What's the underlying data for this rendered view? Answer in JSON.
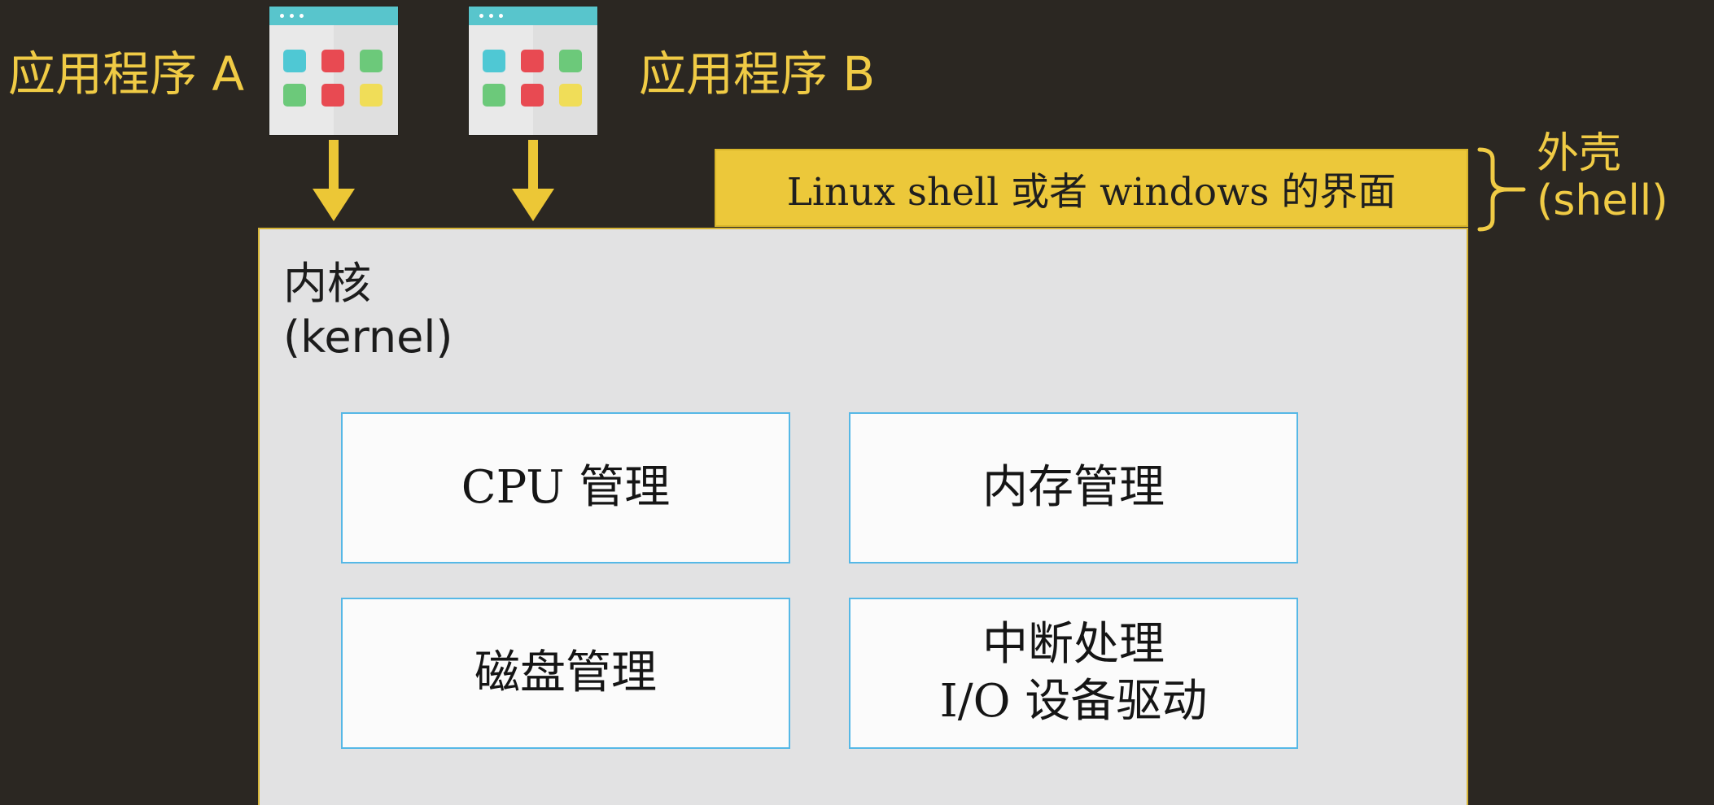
{
  "apps": [
    {
      "label": "应用程序 A"
    },
    {
      "label": "应用程序 B"
    }
  ],
  "shell": {
    "bar_text": "Linux shell 或者 windows 的界面",
    "label_cn": "外壳",
    "label_en": "(shell)"
  },
  "kernel": {
    "label_cn": "内核",
    "label_en": "(kernel)",
    "modules": [
      {
        "line1": "CPU 管理"
      },
      {
        "line1": "内存管理"
      },
      {
        "line1": "磁盘管理"
      },
      {
        "line1": "中断处理",
        "line2": "I/O 设备驱动"
      }
    ]
  },
  "colors": {
    "background": "#2b2722",
    "accent_yellow": "#ecc83a",
    "kernel_fill": "#e2e2e3",
    "module_border": "#56b8e6",
    "window_titlebar": "#58c5cc",
    "tile_cyan": "#4fc8d4",
    "tile_red": "#e84a52",
    "tile_green": "#6cc97a",
    "tile_yellow": "#f0dd58"
  },
  "icons": [
    "app-window-icon",
    "down-arrow-icon",
    "curly-brace-icon"
  ]
}
